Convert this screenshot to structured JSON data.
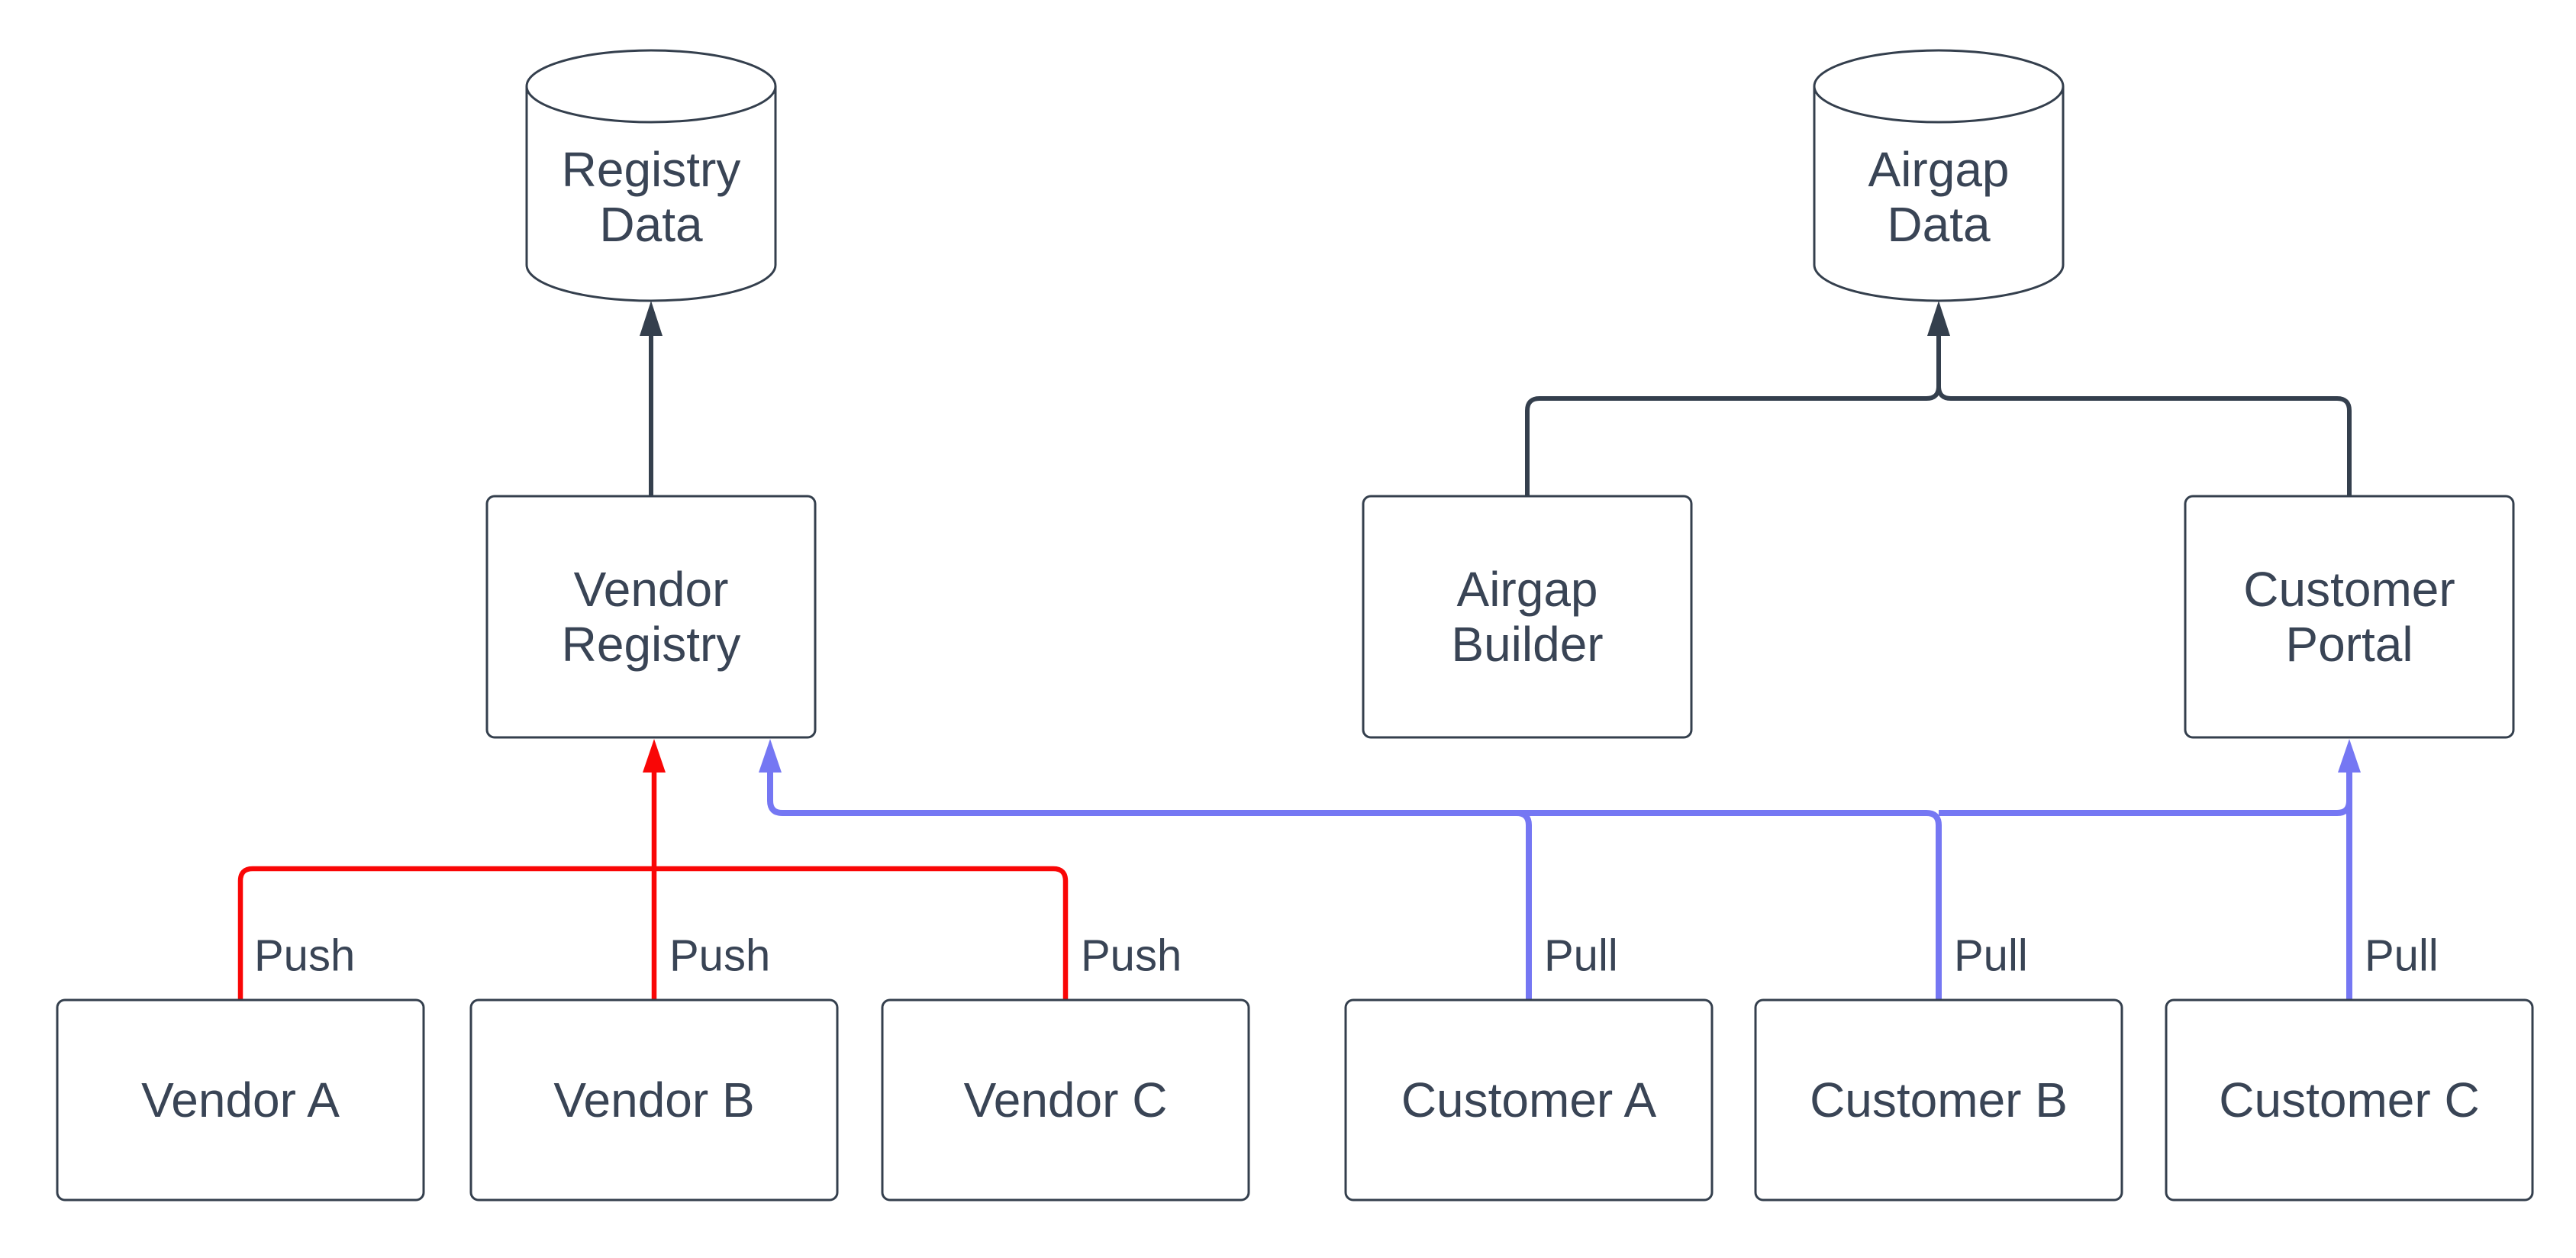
{
  "colors": {
    "background": "#ffffff",
    "node_fill": "#ffffff",
    "stroke_dark": "#343f4d",
    "text": "#394455",
    "push": "#f90606",
    "pull": "#7577f3"
  },
  "nodes": {
    "registry_data": {
      "shape": "cylinder",
      "line1": "Registry",
      "line2": "Data"
    },
    "airgap_data": {
      "shape": "cylinder",
      "line1": "Airgap",
      "line2": "Data"
    },
    "vendor_registry": {
      "shape": "rect",
      "line1": "Vendor",
      "line2": "Registry"
    },
    "airgap_builder": {
      "shape": "rect",
      "line1": "Airgap",
      "line2": "Builder"
    },
    "customer_portal": {
      "shape": "rect",
      "line1": "Customer",
      "line2": "Portal"
    },
    "vendor_a": {
      "shape": "rect",
      "label": "Vendor A"
    },
    "vendor_b": {
      "shape": "rect",
      "label": "Vendor B"
    },
    "vendor_c": {
      "shape": "rect",
      "label": "Vendor C"
    },
    "customer_a": {
      "shape": "rect",
      "label": "Customer A"
    },
    "customer_b": {
      "shape": "rect",
      "label": "Customer B"
    },
    "customer_c": {
      "shape": "rect",
      "label": "Customer C"
    }
  },
  "edge_labels": {
    "push_a": "Push",
    "push_b": "Push",
    "push_c": "Push",
    "pull_a": "Pull",
    "pull_b": "Pull",
    "pull_c": "Pull"
  }
}
